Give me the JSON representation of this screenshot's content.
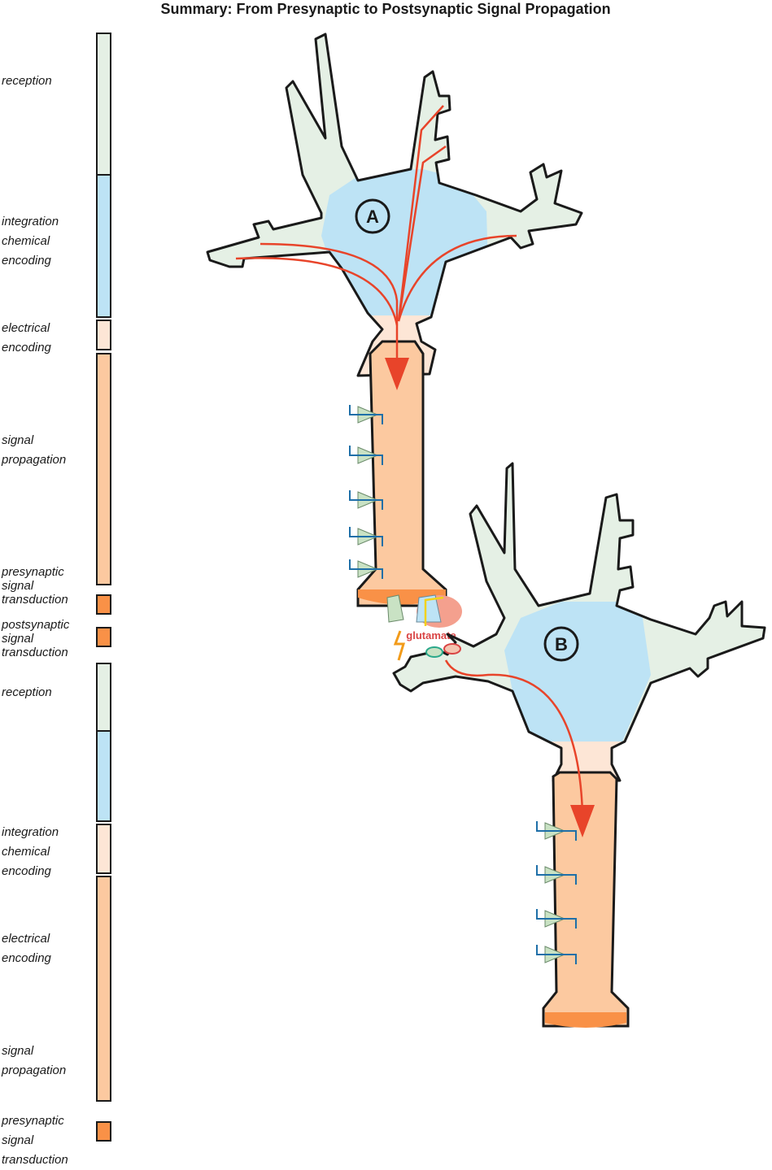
{
  "title": "Summary: From Presynaptic to Postsynaptic Signal Propagation",
  "colors": {
    "reception": "#e5f0e5",
    "integration": "#bde3f5",
    "electrical": "#fde6d6",
    "propagation": "#fcc9a0",
    "transduction": "#f99147",
    "signal_arrow": "#e8442a",
    "channel_arrow": "#1e6fa8",
    "outline": "#1a1a1a"
  },
  "legend": {
    "labels": [
      {
        "text": "reception"
      },
      {
        "text": "integration\nchemical\nencoding"
      },
      {
        "text": "electrical\nencoding"
      },
      {
        "text": "signal\npropagation"
      },
      {
        "text": "presynaptic\nsignal\ntransduction"
      },
      {
        "text": "postsynaptic\nsignal\ntransduction"
      },
      {
        "text": "reception"
      },
      {
        "text": "integration\nchemical\nencoding"
      },
      {
        "text": "electrical\nencoding"
      },
      {
        "text": "signal\npropagation"
      },
      {
        "text": "presynaptic\nsignal\ntransduction"
      }
    ],
    "bars": [
      {
        "stage": "reception",
        "color": "#e5f0e5"
      },
      {
        "stage": "integration",
        "color": "#bde3f5"
      },
      {
        "stage": "electrical",
        "color": "#fde6d6"
      },
      {
        "stage": "propagation",
        "color": "#fcc9a0"
      },
      {
        "stage": "presynaptic-transduction",
        "color": "#f99147"
      },
      {
        "stage": "postsynaptic-transduction",
        "color": "#f99147"
      },
      {
        "stage": "reception",
        "color": "#e5f0e5"
      },
      {
        "stage": "integration",
        "color": "#bde3f5"
      },
      {
        "stage": "electrical",
        "color": "#fde6d6"
      },
      {
        "stage": "propagation",
        "color": "#fcc9a0"
      },
      {
        "stage": "presynaptic-transduction",
        "color": "#f99147"
      }
    ]
  },
  "neurons": {
    "a_label": "A",
    "b_label": "B",
    "neurotransmitter_label": "glutamate"
  }
}
